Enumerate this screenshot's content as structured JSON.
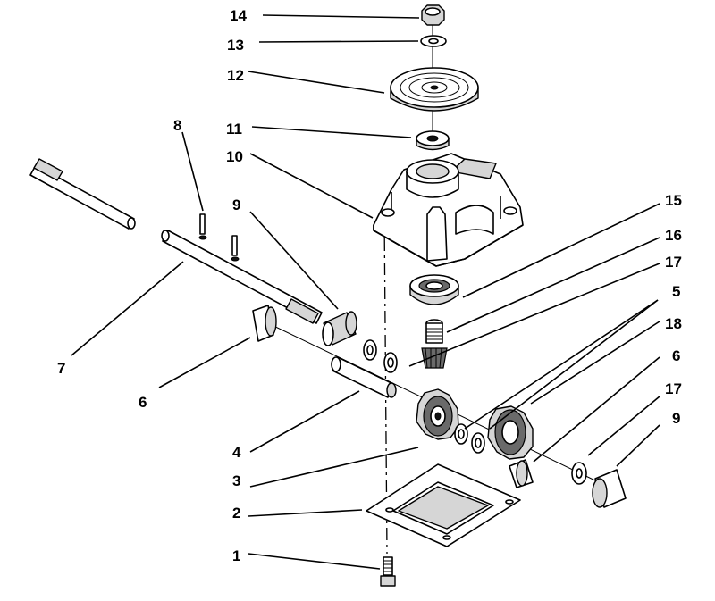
{
  "labels": [
    "1",
    "2",
    "3",
    "4",
    "5",
    "6",
    "6",
    "7",
    "8",
    "9",
    "9",
    "10",
    "11",
    "12",
    "13",
    "14",
    "15",
    "16",
    "17",
    "17",
    "18"
  ]
}
